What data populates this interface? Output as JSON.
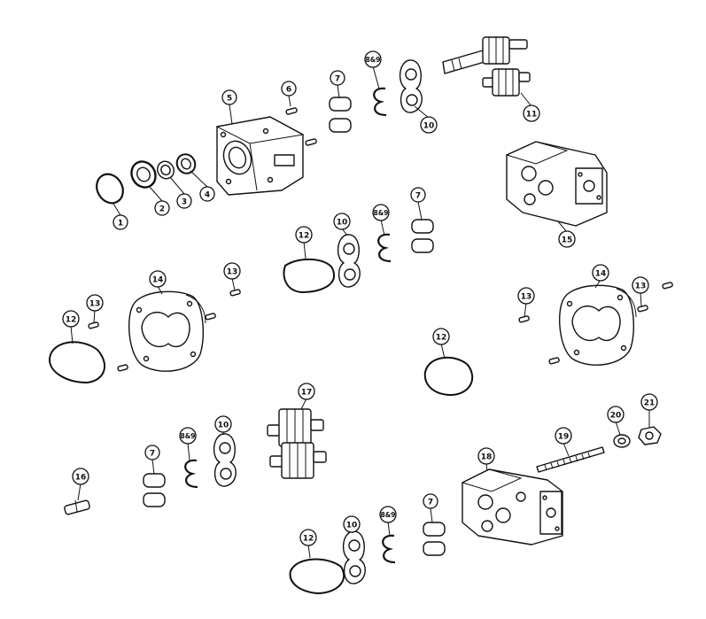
{
  "callouts": {
    "c1": "1",
    "c2": "2",
    "c3": "3",
    "c4": "4",
    "c5": "5",
    "c6": "6",
    "c7a": "7",
    "c7b": "7",
    "c7c": "7",
    "c7d": "7",
    "c89a": "8&9",
    "c89b": "8&9",
    "c89c": "8&9",
    "c89d": "8&9",
    "c10a": "10",
    "c10b": "10",
    "c10c": "10",
    "c10d": "10",
    "c11": "11",
    "c12a": "12",
    "c12b": "12",
    "c12c": "12",
    "c12d": "12",
    "c13a": "13",
    "c13b": "13",
    "c13c": "13",
    "c13d": "13",
    "c14a": "14",
    "c14b": "14",
    "c15": "15",
    "c16": "16",
    "c17": "17",
    "c18": "18",
    "c19": "19",
    "c20": "20",
    "c21": "21"
  }
}
